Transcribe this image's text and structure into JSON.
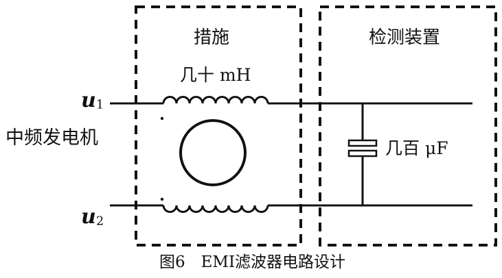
{
  "labels": {
    "measures": "措施",
    "detection_device": "检测装置",
    "inductance": "几十 mH",
    "capacitance": "几百 μF",
    "generator": "中频发电机",
    "line1_var": "u",
    "line1_sub": "1",
    "line2_var": "u",
    "line2_sub": "2"
  },
  "caption": "图6　EMI滤波器电路设计",
  "colors": {
    "ink": "#111111",
    "background": "#ffffff"
  }
}
